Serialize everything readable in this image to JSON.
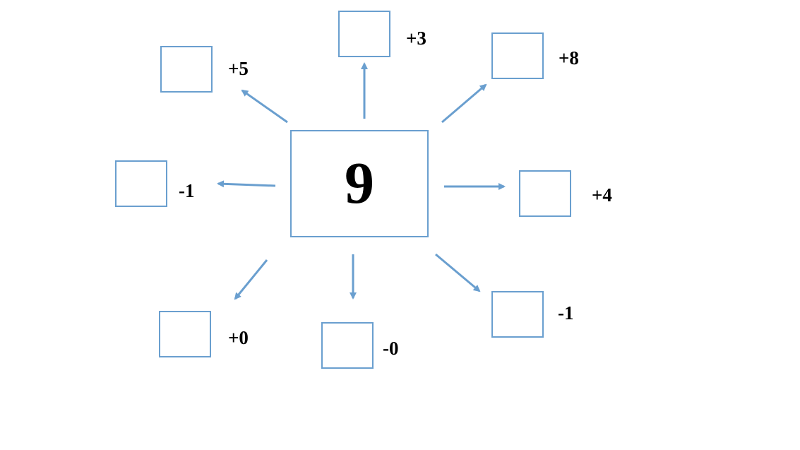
{
  "diagram": {
    "center_value": "9",
    "operations": [
      {
        "id": "top-left",
        "label": "+5"
      },
      {
        "id": "top",
        "label": "+3"
      },
      {
        "id": "top-right",
        "label": "+8"
      },
      {
        "id": "left",
        "label": "-1"
      },
      {
        "id": "right",
        "label": "+4"
      },
      {
        "id": "bottom-left",
        "label": "+0"
      },
      {
        "id": "bottom",
        "label": "-0"
      },
      {
        "id": "bottom-right",
        "label": "-1"
      }
    ],
    "colors": {
      "box_border": "#6a9fcf",
      "arrow": "#6a9fcf",
      "text": "#000000",
      "background": "#ffffff"
    }
  }
}
